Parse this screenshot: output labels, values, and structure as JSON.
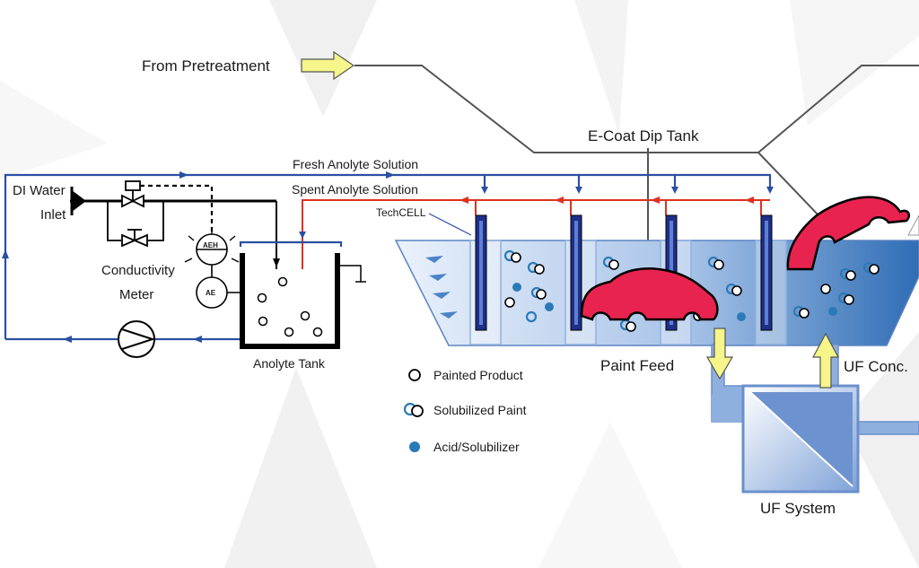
{
  "labels": {
    "from_pretreatment": "From Pretreatment",
    "ecoat_dip_tank": "E-Coat Dip Tank",
    "fresh_anolyte": "Fresh Anolyte Solution",
    "spent_anolyte": "Spent Anolyte Solution",
    "techcell": "TechCELL",
    "di_water": "DI Water",
    "inlet": "Inlet",
    "conductivity": "Conductivity",
    "meter": "Meter",
    "aeh": "AEH",
    "ae": "AE",
    "anolyte_tank": "Anolyte Tank",
    "paint_feed": "Paint Feed",
    "uf_conc": "UF Conc.",
    "uf_system": "UF System"
  },
  "legend": [
    {
      "label": "Painted Product",
      "symbol": "open-circle"
    },
    {
      "label": "Solubilized Paint",
      "symbol": "double-circle"
    },
    {
      "label": "Acid/Solubilizer",
      "symbol": "filled-circle"
    }
  ],
  "colors": {
    "blue_line": "#2b4fa3",
    "red_line": "#e0301e",
    "car": "#e8234f",
    "arrow_yellow": "#f5f58a",
    "tank_blue": "#2f6db5",
    "particle_blue": "#2a7ab8"
  }
}
